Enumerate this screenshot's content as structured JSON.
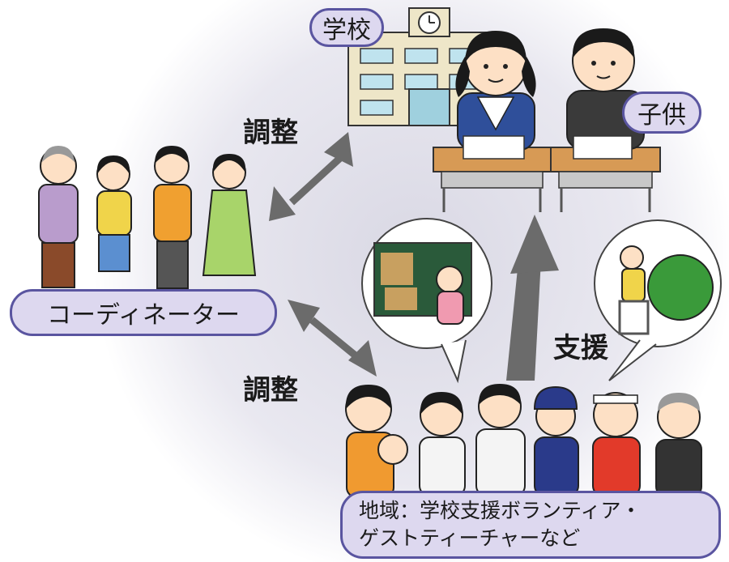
{
  "labels": {
    "school": "学校",
    "children": "子供",
    "coordinator": "コーディネーター",
    "adjust_top": "調整",
    "adjust_bottom": "調整",
    "support": "支援",
    "community_line1": "地域：学校支援ボランティア・",
    "community_line2": "ゲストティーチャーなど"
  },
  "colors": {
    "pill_fill": "#ddd8ef",
    "pill_border": "#5a55a0",
    "arrow": "#6b6b6b",
    "background_glow": "#e7e6ee"
  },
  "icons": [
    "school-building-icon",
    "clock-icon",
    "student-girl-icon",
    "student-boy-icon",
    "desk-icon",
    "coordinator-group-icon",
    "community-people-icon",
    "teacher-blackboard-bubble",
    "gardener-bubble"
  ]
}
